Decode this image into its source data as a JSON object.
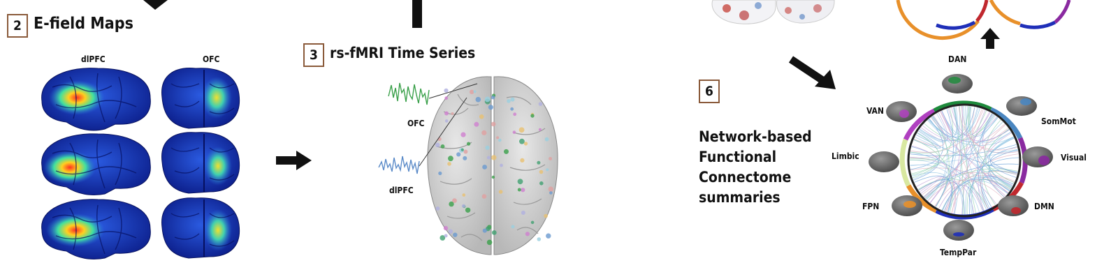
{
  "panel2": {
    "step": "2",
    "title": "E-field Maps",
    "label_left": "dlPFC",
    "label_right": "OFC"
  },
  "panel3": {
    "step": "3",
    "title": "rs-fMRI Time Series",
    "trace_ofc": "OFC",
    "trace_dlpfc": "dlPFC"
  },
  "panel6": {
    "step": "6",
    "summary_lines": [
      "Network-based",
      "Functional",
      "Connectome",
      "summaries"
    ],
    "networks": {
      "dan": "DAN",
      "sommot": "SomMot",
      "visual": "Visual",
      "dmn": "DMN",
      "temppar": "TempPar",
      "fpn": "FPN",
      "limbic": "Limbic",
      "van": "VAN"
    }
  },
  "colors": {
    "step_border": "#8a5a3a",
    "dan": "#1e8a3c",
    "sommot": "#4a86c0",
    "visual": "#8a2aa0",
    "dmn": "#c0282e",
    "temppar": "#1f2fb8",
    "fpn": "#e8902a",
    "limbic": "#d8e8a0",
    "van": "#b040c0"
  }
}
